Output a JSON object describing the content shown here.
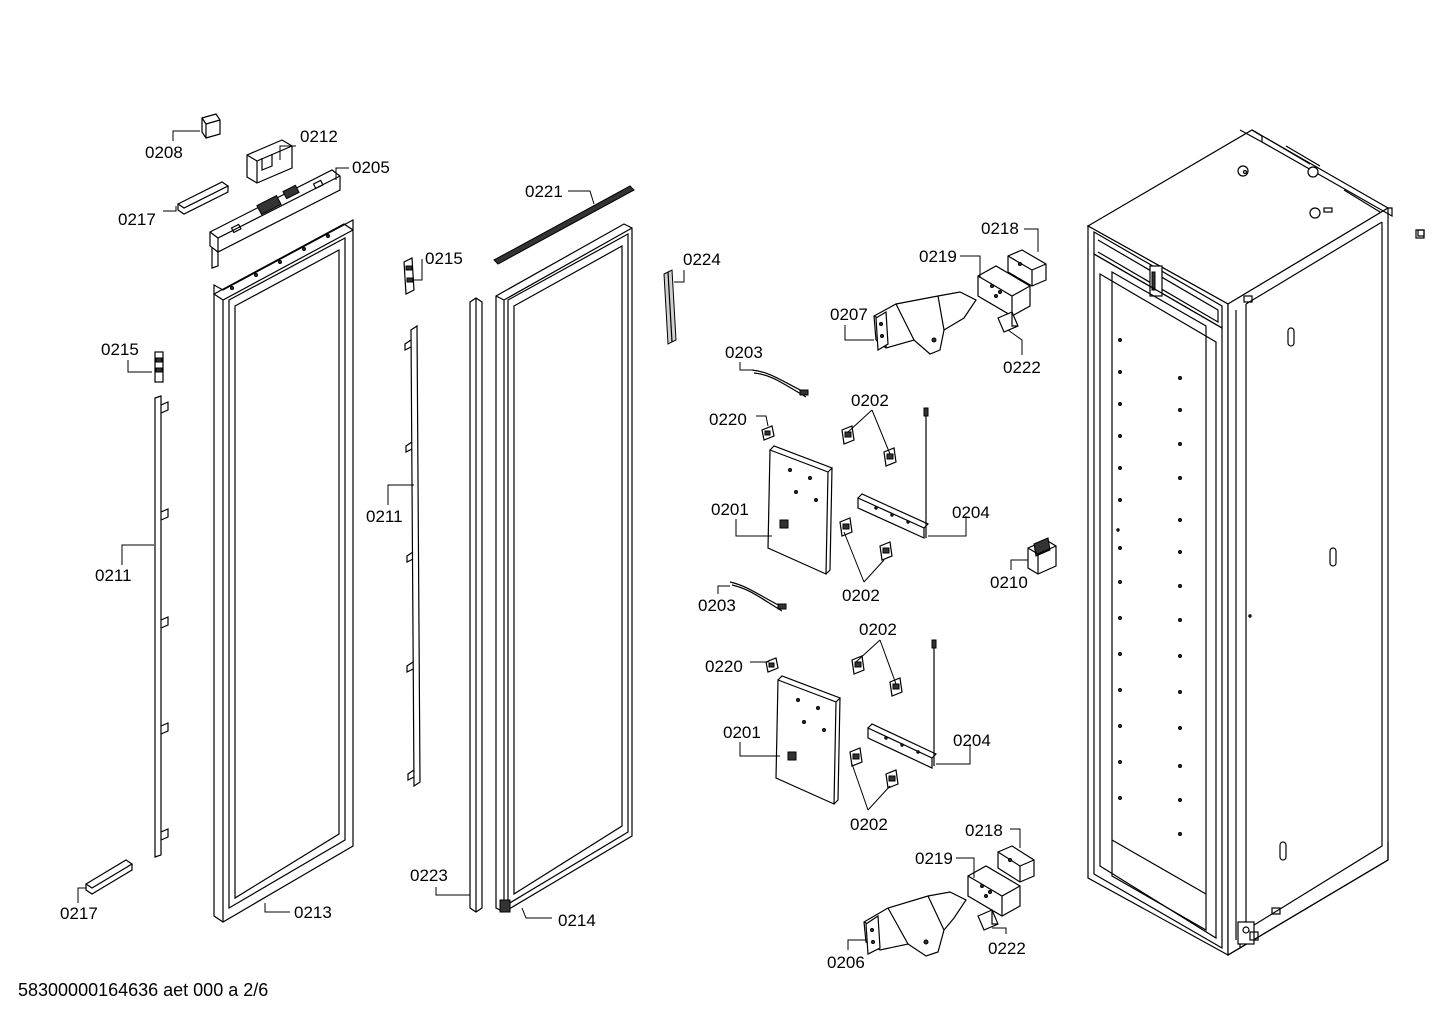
{
  "footer": "58300000164636 aet 000 a 2/6",
  "labels": {
    "p0208": "0208",
    "p0212": "0212",
    "p0205": "0205",
    "p0217_top": "0217",
    "p0215_left": "0215",
    "p0211_left": "0211",
    "p0217_bottom": "0217",
    "p0213": "0213",
    "p0215_mid": "0215",
    "p0211_mid": "0211",
    "p0223": "0223",
    "p0221": "0221",
    "p0214": "0214",
    "p0224": "0224",
    "p0203_top": "0203",
    "p0220_top": "0220",
    "p0202_a": "0202",
    "p0201_top": "0201",
    "p0204_top": "0204",
    "p0202_b": "0202",
    "p0203_bottom": "0203",
    "p0202_c": "0202",
    "p0220_bottom": "0220",
    "p0201_bottom": "0201",
    "p0204_bottom": "0204",
    "p0202_d": "0202",
    "p0218_top": "0218",
    "p0219_top": "0219",
    "p0207": "0207",
    "p0222_top": "0222",
    "p0210": "0210",
    "p0218_bottom": "0218",
    "p0219_bottom": "0219",
    "p0222_bottom": "0222",
    "p0206": "0206"
  }
}
